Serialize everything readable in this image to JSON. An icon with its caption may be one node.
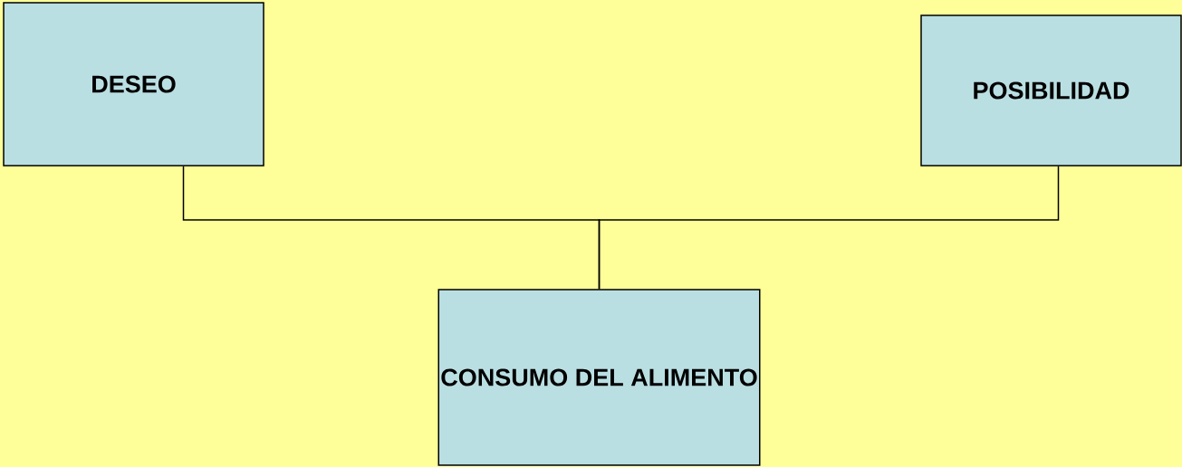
{
  "diagram": {
    "nodes": [
      {
        "text": [
          "DESEO"
        ]
      },
      {
        "text": [
          "POSIBILIDAD"
        ]
      },
      {
        "text": [
          "CONSUMO DEL ALIMENTO"
        ]
      }
    ],
    "edges": [
      {
        "from": 0,
        "to": 2,
        "arrow": "none"
      },
      {
        "from": 1,
        "to": 2,
        "arrow": "none"
      }
    ]
  }
}
